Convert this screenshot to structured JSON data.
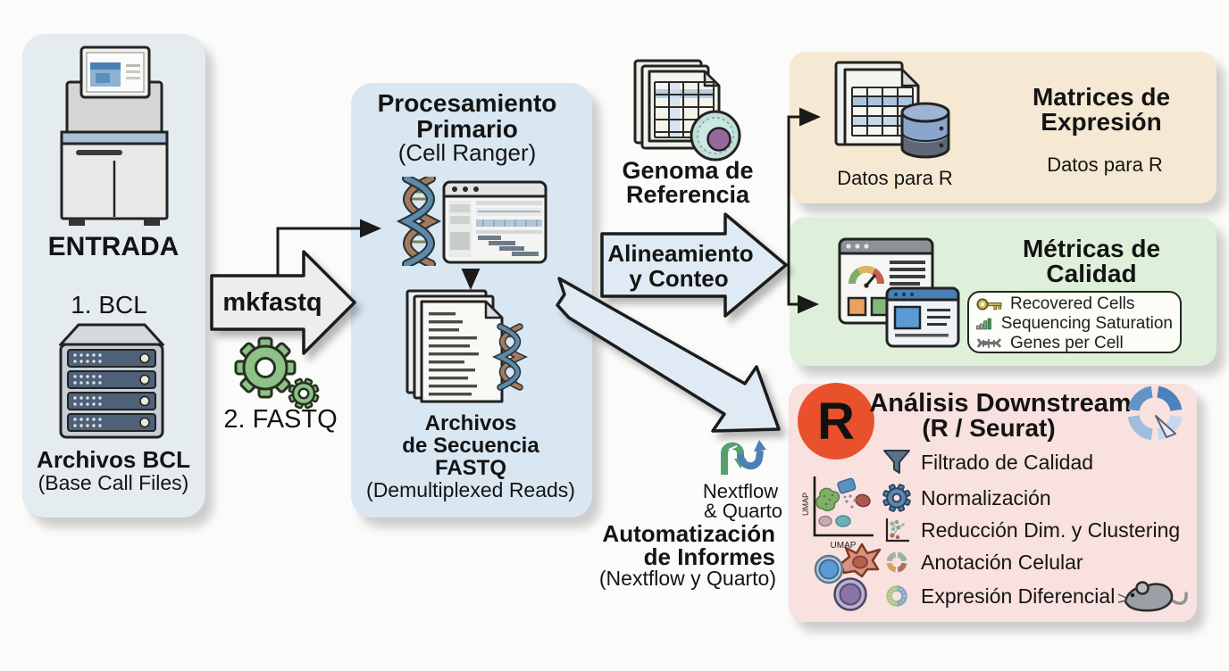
{
  "entrada": {
    "title": "ENTRADA",
    "step": "1. BCL",
    "file_label": "Archivos BCL",
    "file_sublabel": "(Base Call Files)",
    "icons": [
      "sequencer-icon",
      "server-icon"
    ]
  },
  "mkfastq": {
    "arrow_label": "mkfastq",
    "step": "2. FASTQ",
    "icon": "gears-icon"
  },
  "primario": {
    "title1": "Procesamiento",
    "title2": "Primario",
    "subtitle": "(Cell Ranger)",
    "out1": "Archivos",
    "out2": "de Secuencia",
    "out3": "FASTQ",
    "out_sub": "(Demultiplexed Reads)",
    "icons": [
      "dna-icon",
      "genome-browser-icon",
      "fastq-files-icon"
    ]
  },
  "genoma": {
    "line1": "Genoma de",
    "line2": "Referencia",
    "icon": "genome-reference-icon"
  },
  "alineamiento": {
    "line1": "Alineamiento",
    "line2": "y Conteo"
  },
  "matrices": {
    "title1": "Matrices de",
    "title2": "Expresión",
    "subtitle": "Datos para R",
    "icon_caption": "Datos para R",
    "icons": [
      "expression-matrix-icon",
      "database-icon"
    ]
  },
  "metricas": {
    "title1": "Métricas de",
    "title2": "Calidad",
    "items": [
      {
        "icon": "key-icon",
        "label": "Recovered Cells"
      },
      {
        "icon": "bar-chart-icon",
        "label": "Sequencing Saturation"
      },
      {
        "icon": "dna-small-icon",
        "label": "Genes per Cell"
      }
    ],
    "icon": "qc-dashboard-icon"
  },
  "downstream": {
    "r_letter": "R",
    "title1": "Análisis Downstream",
    "title2": "(R / Seurat)",
    "umap_x": "UMAP",
    "umap_y": "UMAP",
    "items": [
      {
        "icon": "funnel-icon",
        "label": "Filtrado de Calidad"
      },
      {
        "icon": "gear-blue-icon",
        "label": "Normalización"
      },
      {
        "icon": "cluster-scatter-icon",
        "label": "Reducción Dim. y Clustering"
      },
      {
        "icon": "annotation-donut-icon",
        "label": "Anotación Celular"
      },
      {
        "icon": "differential-donut-icon",
        "label": "Expresión Diferencial"
      }
    ],
    "corner_icons": [
      "r-logo",
      "quarto-donut-icon",
      "umap-plot-icon",
      "cell-icons",
      "mouse-icon"
    ]
  },
  "automatizacion": {
    "tool1": "Nextflow",
    "tool2": "& Quarto",
    "label1": "Automatización",
    "label2": "de Informes",
    "sublabel": "(Nextflow y Quarto)",
    "icon": "nextflow-logo"
  },
  "colors": {
    "entrada_panel": "#e4ecef",
    "primario_panel": "#d9e7f2",
    "matrices_panel": "#f6e9d3",
    "metricas_panel": "#dff0da",
    "downstream_panel": "#f8e1de",
    "arrow_fill": "#dfeaf4",
    "mkfastq_fill": "#ededeb",
    "r_orange": "#e8512b",
    "gear_green": "#8fc089",
    "nextflow_green": "#57a06e",
    "nextflow_blue": "#4a80b5"
  }
}
